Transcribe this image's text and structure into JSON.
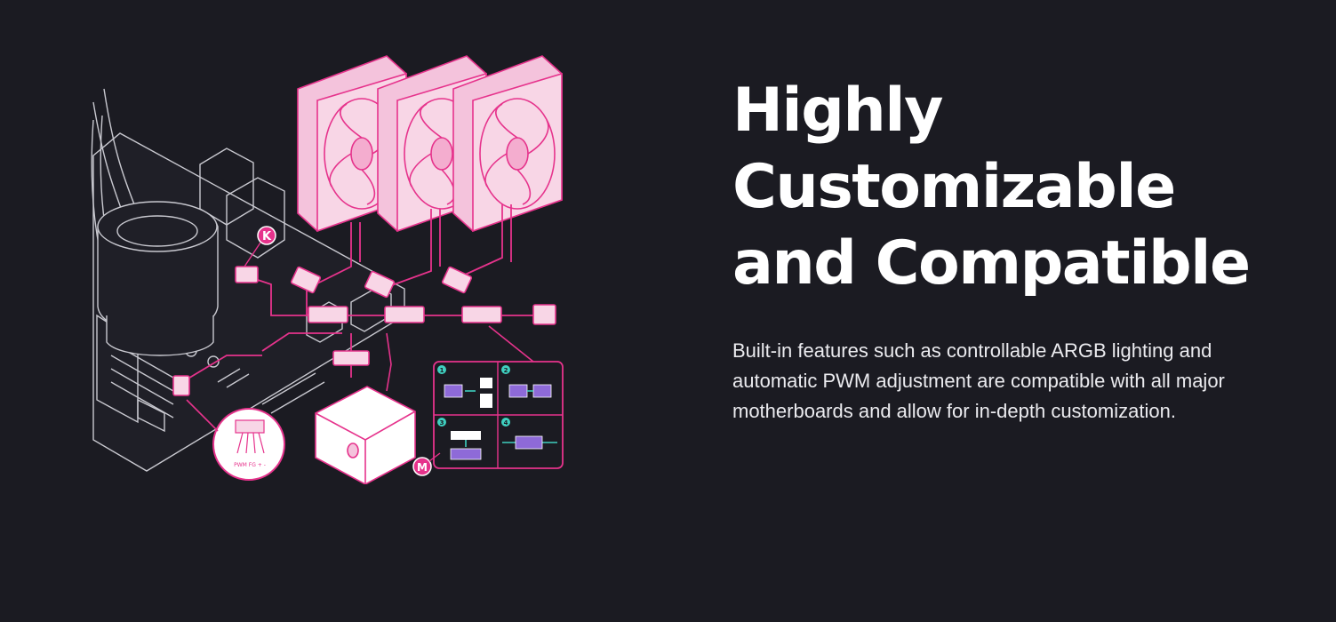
{
  "feature": {
    "title_lines": [
      "Highly",
      "Customizable",
      "and Compatible"
    ],
    "description": "Built-in features such as controllable ARGB lighting and automatic PWM adjustment are compatible with all major motherboards and allow for in-depth customization."
  },
  "illustration": {
    "callouts": {
      "k": "K",
      "m": "M"
    },
    "steps": [
      "1",
      "2",
      "3",
      "4"
    ],
    "pin_labels": "PWM FG + -"
  },
  "colors": {
    "background": "#1b1b22",
    "accent": "#e6338c",
    "accent_light": "#f4c3dc",
    "line_art": "#c9c9d0",
    "teal": "#3fd0c0",
    "purple": "#8e6ad8"
  },
  "icons": [
    "fan-icon",
    "power-supply-icon",
    "connector-icon",
    "motherboard-icon",
    "pump-icon"
  ]
}
